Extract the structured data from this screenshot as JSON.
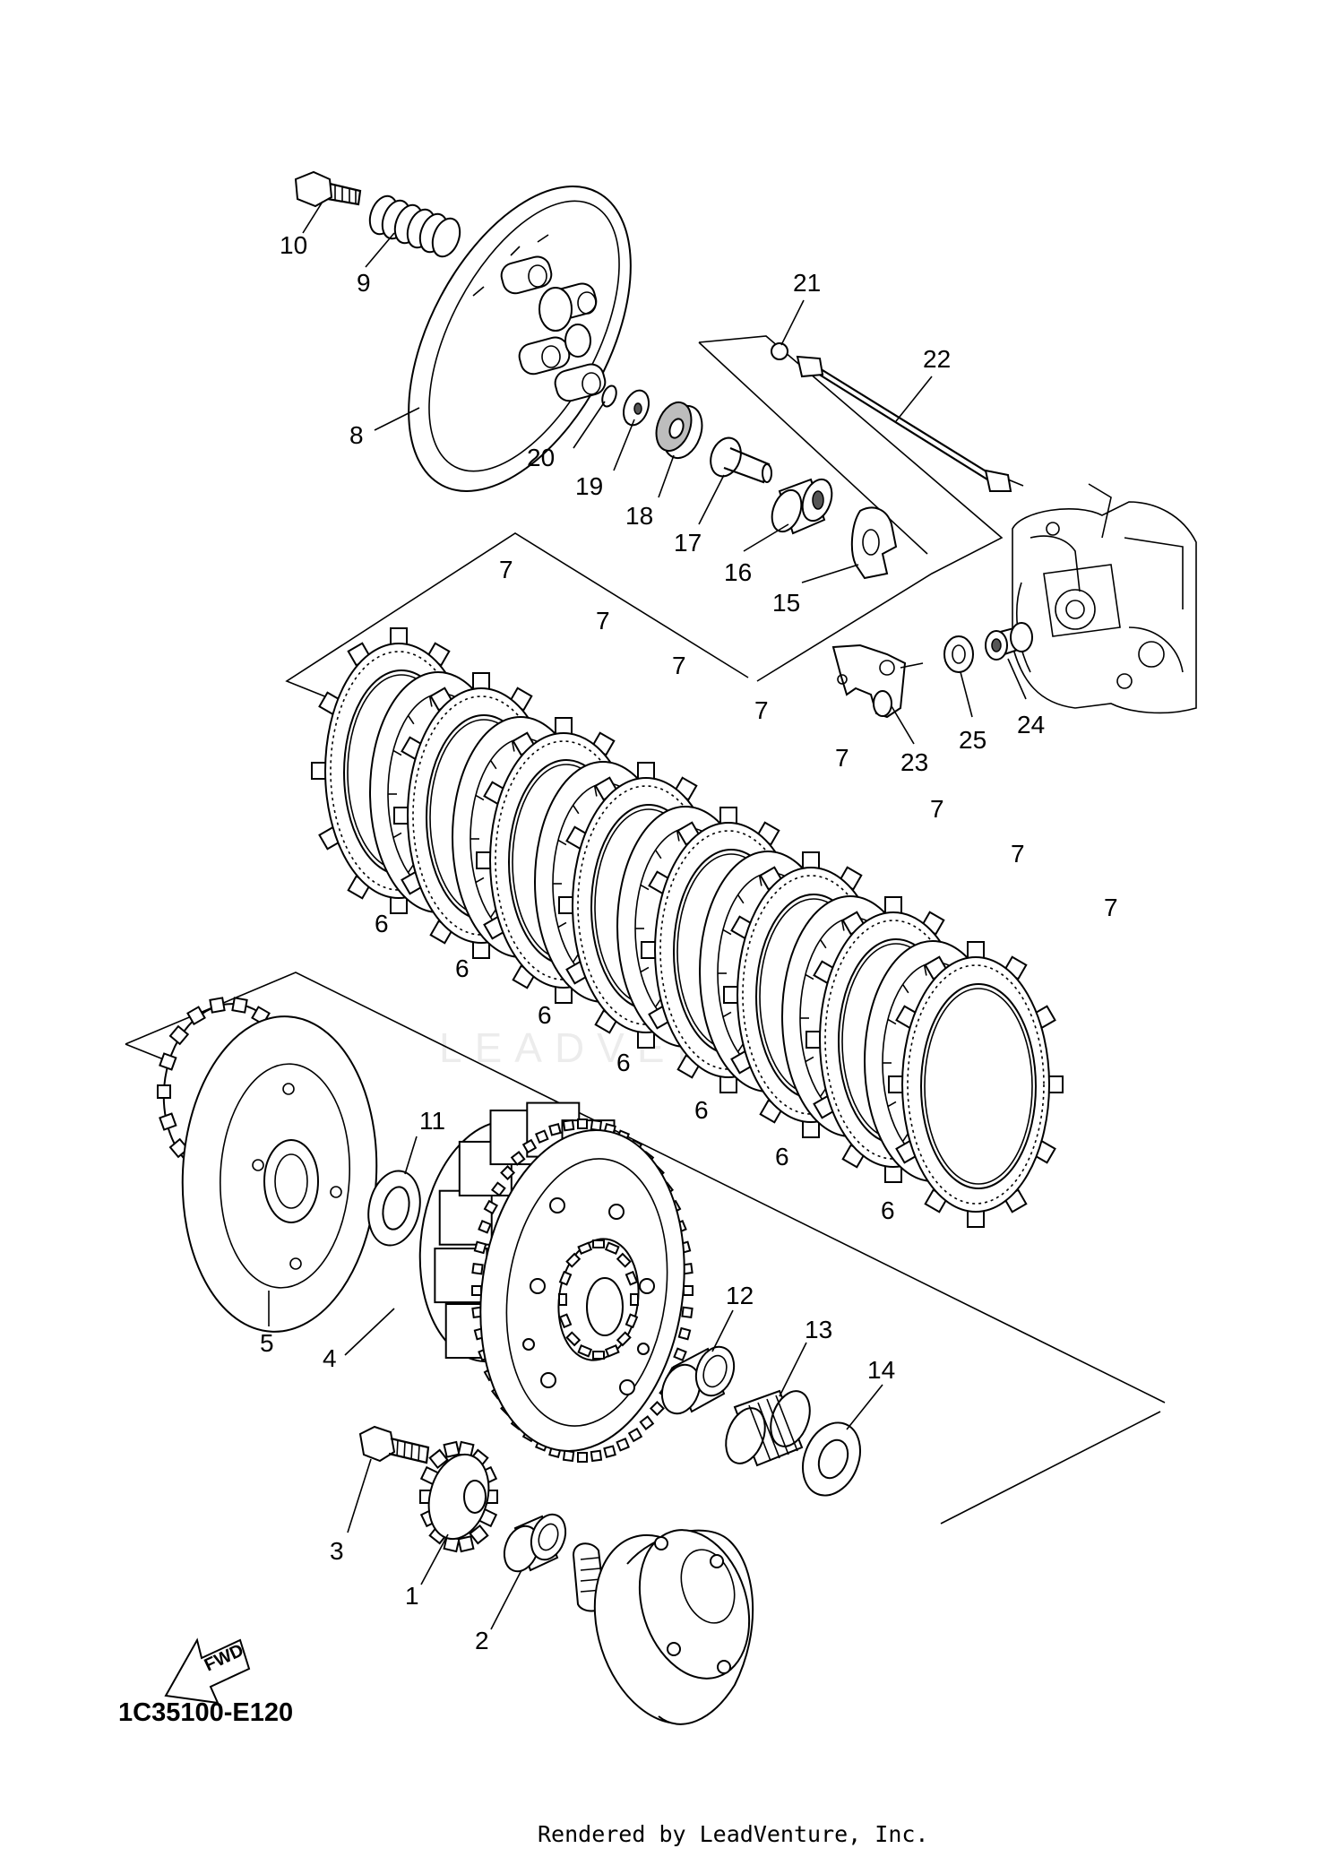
{
  "diagram_code": "1C35100-E120",
  "credit": "Rendered by LeadVenture, Inc.",
  "watermark": "LEADVENTURE",
  "fwd_label": "FWD",
  "callouts": [
    {
      "id": "c1",
      "label": "1"
    },
    {
      "id": "c2",
      "label": "2"
    },
    {
      "id": "c3",
      "label": "3"
    },
    {
      "id": "c4",
      "label": "4"
    },
    {
      "id": "c5",
      "label": "5"
    },
    {
      "id": "c6a",
      "label": "6"
    },
    {
      "id": "c6b",
      "label": "6"
    },
    {
      "id": "c6c",
      "label": "6"
    },
    {
      "id": "c6d",
      "label": "6"
    },
    {
      "id": "c6e",
      "label": "6"
    },
    {
      "id": "c6f",
      "label": "6"
    },
    {
      "id": "c6g",
      "label": "6"
    },
    {
      "id": "c7a",
      "label": "7"
    },
    {
      "id": "c7b",
      "label": "7"
    },
    {
      "id": "c7c",
      "label": "7"
    },
    {
      "id": "c7d",
      "label": "7"
    },
    {
      "id": "c7e",
      "label": "7"
    },
    {
      "id": "c7f",
      "label": "7"
    },
    {
      "id": "c7g",
      "label": "7"
    },
    {
      "id": "c7h",
      "label": "7"
    },
    {
      "id": "c8",
      "label": "8"
    },
    {
      "id": "c9",
      "label": "9"
    },
    {
      "id": "c10",
      "label": "10"
    },
    {
      "id": "c11",
      "label": "11"
    },
    {
      "id": "c12",
      "label": "12"
    },
    {
      "id": "c13",
      "label": "13"
    },
    {
      "id": "c14",
      "label": "14"
    },
    {
      "id": "c15",
      "label": "15"
    },
    {
      "id": "c16",
      "label": "16"
    },
    {
      "id": "c17",
      "label": "17"
    },
    {
      "id": "c18",
      "label": "18"
    },
    {
      "id": "c19",
      "label": "19"
    },
    {
      "id": "c20",
      "label": "20"
    },
    {
      "id": "c21",
      "label": "21"
    },
    {
      "id": "c22",
      "label": "22"
    },
    {
      "id": "c23",
      "label": "23"
    },
    {
      "id": "c24",
      "label": "24"
    },
    {
      "id": "c25",
      "label": "25"
    }
  ]
}
